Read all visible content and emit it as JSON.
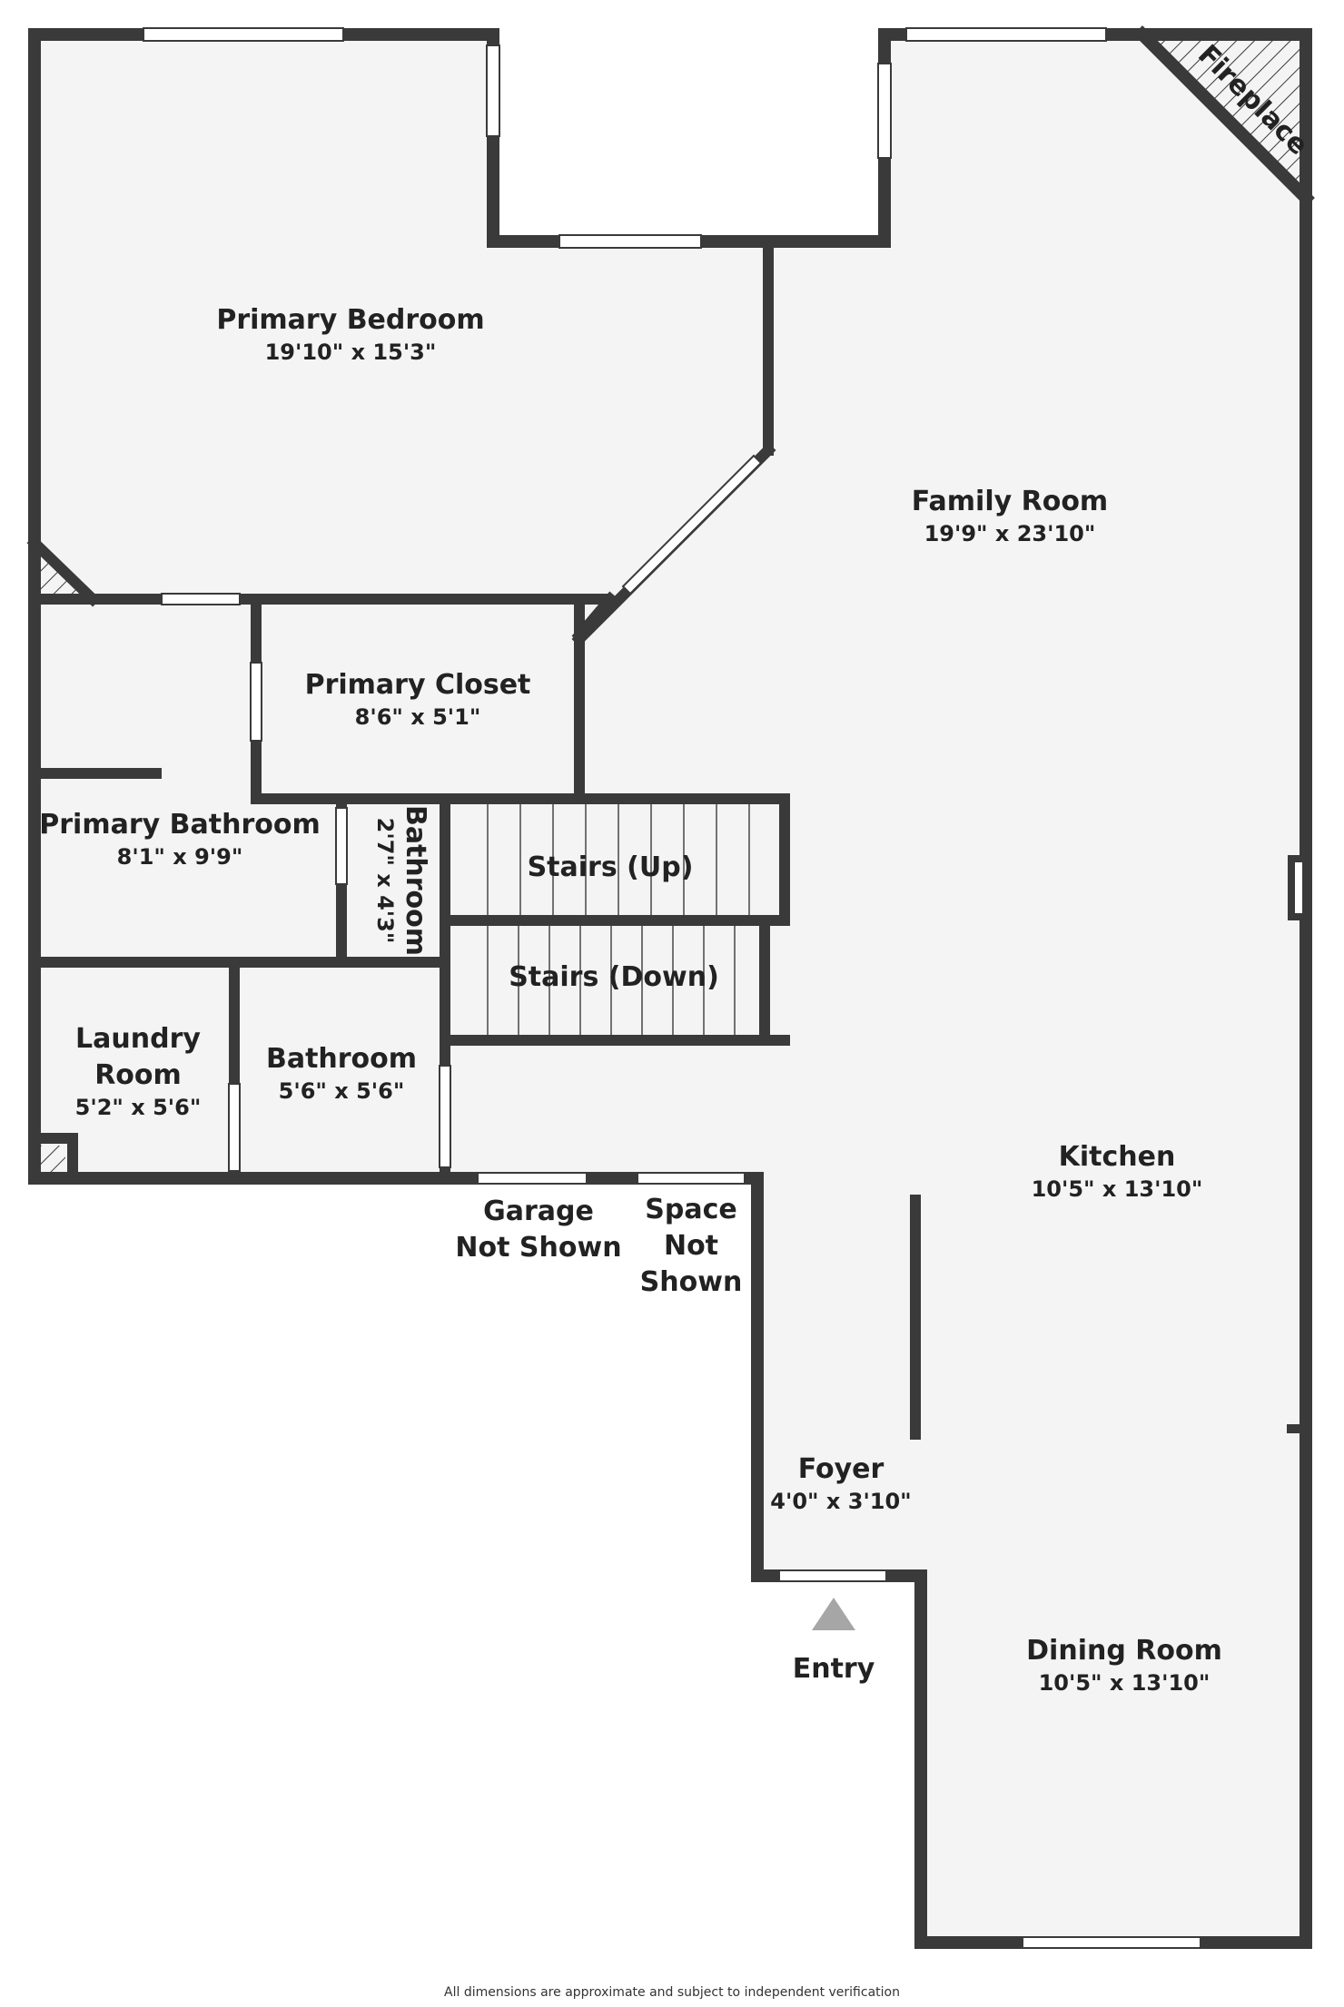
{
  "rooms": {
    "primary_bedroom": {
      "name": "Primary Bedroom",
      "dims": "19'10\" x 15'3\""
    },
    "family_room": {
      "name": "Family Room",
      "dims": "19'9\" x 23'10\""
    },
    "primary_closet": {
      "name": "Primary Closet",
      "dims": "8'6\" x 5'1\""
    },
    "primary_bathroom": {
      "name": "Primary Bathroom",
      "dims": "8'1\" x 9'9\""
    },
    "small_bathroom": {
      "name": "Bathroom",
      "dims": "2'7\" x 4'3\""
    },
    "stairs_up": {
      "name": "Stairs (Up)"
    },
    "stairs_down": {
      "name": "Stairs (Down)"
    },
    "laundry_room": {
      "name_line1": "Laundry",
      "name_line2": "Room",
      "dims": "5'2\" x 5'6\""
    },
    "bathroom": {
      "name": "Bathroom",
      "dims": "5'6\" x 5'6\""
    },
    "kitchen": {
      "name": "Kitchen",
      "dims": "10'5\" x 13'10\""
    },
    "foyer": {
      "name": "Foyer",
      "dims": "4'0\" x 3'10\""
    },
    "dining_room": {
      "name": "Dining Room",
      "dims": "10'5\" x 13'10\""
    }
  },
  "notes": {
    "garage": {
      "line1": "Garage",
      "line2": "Not Shown"
    },
    "space": {
      "line1": "Space",
      "line2": "Not",
      "line3": "Shown"
    },
    "entry": "Entry",
    "fireplace": "Fireplace"
  },
  "disclaimer": "All dimensions are approximate and subject to independent verification",
  "colors": {
    "wall": "#3a3a3a",
    "floor": "#f4f4f4",
    "window": "#ffffff",
    "entry_marker": "#a6a6a6",
    "background": "#ffffff"
  }
}
